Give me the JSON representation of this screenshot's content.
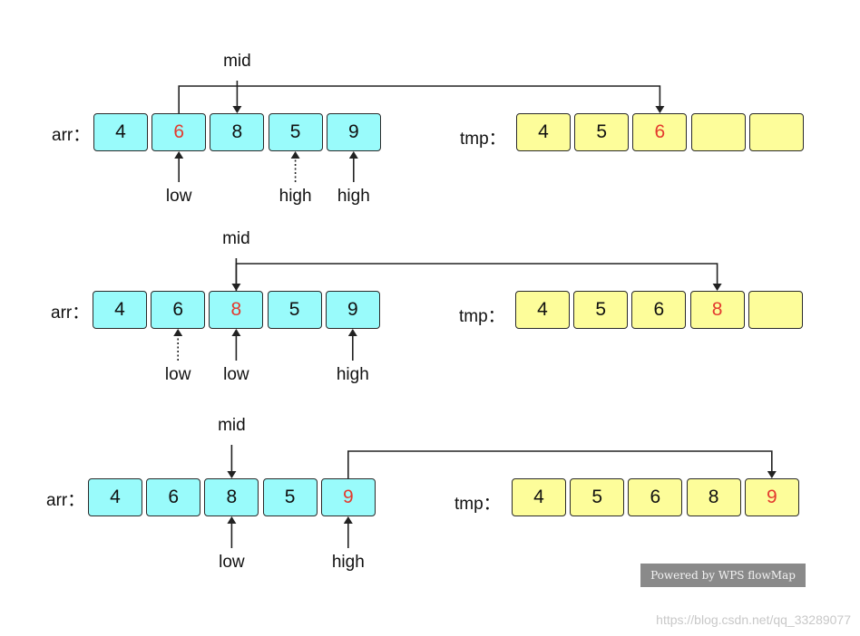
{
  "labels": {
    "arr": "arr：",
    "tmp": "tmp："
  },
  "steps": [
    {
      "arr": [
        "4",
        "6",
        "8",
        "5",
        "9"
      ],
      "arr_highlight": 1,
      "tmp": [
        "4",
        "5",
        "6",
        "",
        ""
      ],
      "tmp_highlight": 2,
      "pointers": [
        {
          "text": "mid",
          "index": 2,
          "side": "above",
          "dotted": false
        },
        {
          "text": "low",
          "index": 1,
          "side": "below",
          "dotted": false
        },
        {
          "text": "high",
          "index": 3,
          "side": "below",
          "dotted": true
        },
        {
          "text": "high",
          "index": 4,
          "side": "below",
          "dotted": false
        }
      ]
    },
    {
      "arr": [
        "4",
        "6",
        "8",
        "5",
        "9"
      ],
      "arr_highlight": 2,
      "tmp": [
        "4",
        "5",
        "6",
        "8",
        ""
      ],
      "tmp_highlight": 3,
      "pointers": [
        {
          "text": "mid",
          "index": 2,
          "side": "above",
          "dotted": false
        },
        {
          "text": "low",
          "index": 1,
          "side": "below",
          "dotted": true
        },
        {
          "text": "low",
          "index": 2,
          "side": "below",
          "dotted": false
        },
        {
          "text": "high",
          "index": 4,
          "side": "below",
          "dotted": false
        }
      ]
    },
    {
      "arr": [
        "4",
        "6",
        "8",
        "5",
        "9"
      ],
      "arr_highlight": 4,
      "tmp": [
        "4",
        "5",
        "6",
        "8",
        "9"
      ],
      "tmp_highlight": 4,
      "pointers": [
        {
          "text": "mid",
          "index": 2,
          "side": "above",
          "dotted": false
        },
        {
          "text": "low",
          "index": 2,
          "side": "below",
          "dotted": false
        },
        {
          "text": "high",
          "index": 4,
          "side": "below",
          "dotted": false
        }
      ]
    }
  ],
  "footer": "Powered by WPS flowMap",
  "watermark": "https://blog.csdn.net/qq_33289077"
}
